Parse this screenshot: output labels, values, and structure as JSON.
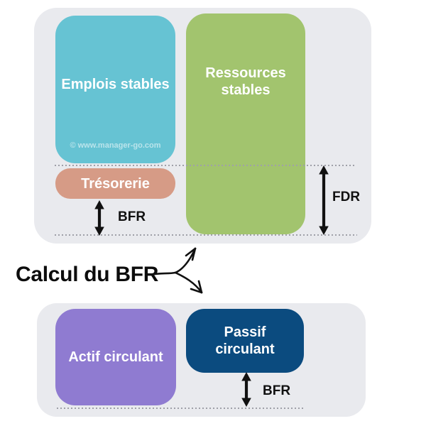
{
  "title": "Calcul du BFR",
  "top_panel": {
    "emplois_label": "Emplois stables",
    "ressources_label": "Ressources stables",
    "tresorerie_label": "Trésorerie",
    "bfr_label": "BFR",
    "fdr_label": "FDR",
    "watermark": "© www.manager-go.com"
  },
  "bottom_panel": {
    "actif_label": "Actif circulant",
    "passif_label": "Passif circulant",
    "bfr_label": "BFR"
  },
  "colors": {
    "emplois_box": "#66c3d3",
    "ressources_box": "#a2c46e",
    "tresorerie_box": "#d69b86",
    "actif_box": "#8f7bd1",
    "passif_box": "#0b4b7f",
    "panel_background": "#e9eaee",
    "dotted_line": "#9fa0a8",
    "arrow": "#111111",
    "box_text": "#ffffff",
    "title_text": "#0c0c0c"
  }
}
